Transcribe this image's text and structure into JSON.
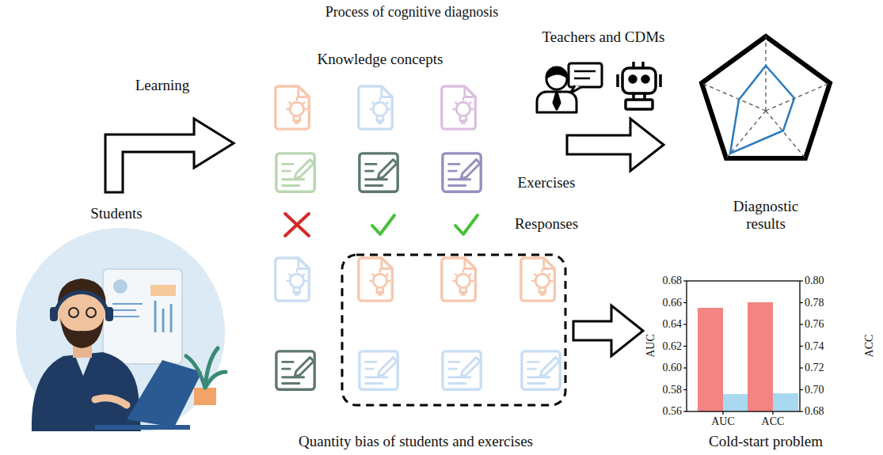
{
  "diagram": {
    "title": "Process of cognitive diagnosis",
    "labels": [
      "Learning",
      "Knowledge concepts",
      "Teachers and CDMs",
      "Exercises",
      "Responses",
      "Students",
      "Diagnostic results",
      "Quantity bias of students and exercises",
      "Cold-start problem",
      "0.56",
      "0.58",
      "0.60",
      "0.62",
      "0.64",
      "0.66",
      "0.68",
      "0.68",
      "0.70",
      "0.72",
      "0.74",
      "0.76",
      "0.78",
      "0.80",
      "AUC",
      "ACC",
      "AUC",
      "ACC"
    ]
  }
}
